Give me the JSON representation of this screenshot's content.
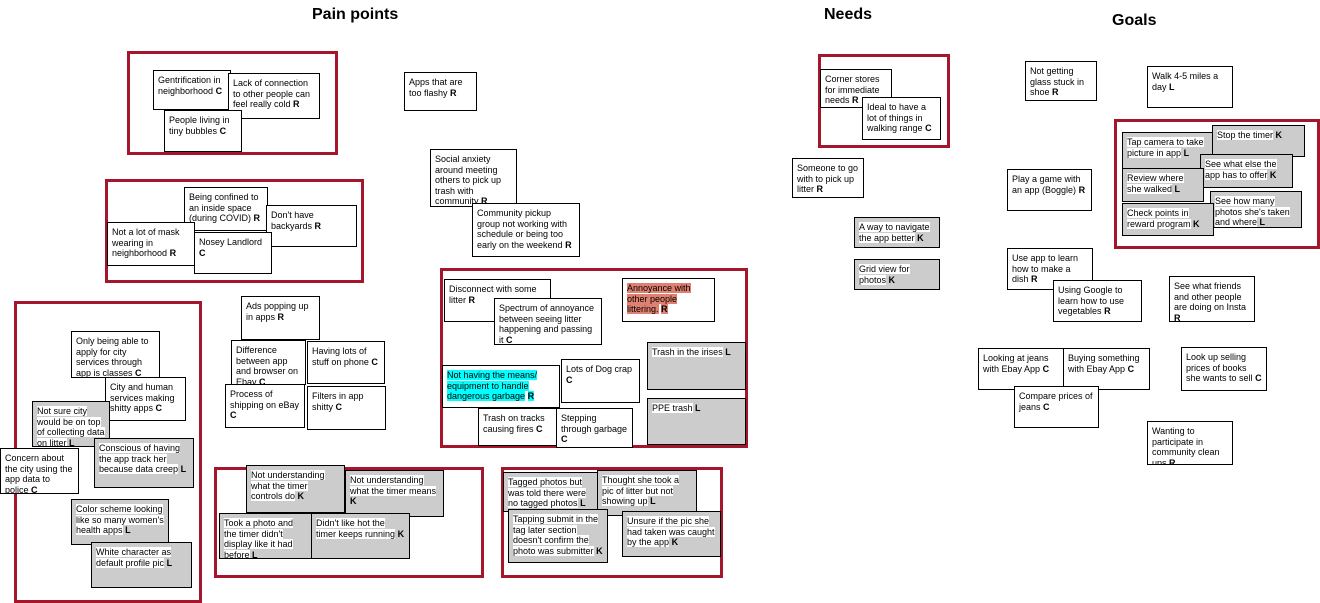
{
  "headings": {
    "pain_points": "Pain points",
    "needs": "Needs",
    "goals": "Goals"
  },
  "notes": [
    {
      "text": "Gentrification in neighborhood",
      "code": "C"
    },
    {
      "text": "Lack of connection to other people can feel really cold",
      "code": "R"
    },
    {
      "text": "People living in tiny bubbles",
      "code": "C"
    },
    {
      "text": "Apps that are too flashy",
      "code": "R"
    },
    {
      "text": "Social anxiety around meeting others to pick up trash with community",
      "code": "R"
    },
    {
      "text": "Community pickup group not working with schedule or being too early on the weekend",
      "code": "R"
    },
    {
      "text": "Being confined to an inside space (during COVID)",
      "code": "R"
    },
    {
      "text": "Don't have backyards",
      "code": "R"
    },
    {
      "text": "Not a lot of mask wearing in neighborhood",
      "code": "R"
    },
    {
      "text": "Nosey Landlord",
      "code": "C"
    },
    {
      "text": "Ads popping up in apps",
      "code": "R"
    },
    {
      "text": "Difference between app and browser on Ebay",
      "code": "C"
    },
    {
      "text": "Having lots of stuff on phone",
      "code": "C"
    },
    {
      "text": "Process of shipping on eBay",
      "code": "C"
    },
    {
      "text": "Filters in app shitty",
      "code": "C"
    },
    {
      "text": "Only being able to apply for city services through app is classes",
      "code": "C"
    },
    {
      "text": "City and human services making shitty apps",
      "code": "C"
    },
    {
      "text": "Not sure city would be on top of collecting data on litter",
      "code": "L"
    },
    {
      "text": "Conscious of having the app track her because data creep",
      "code": "L"
    },
    {
      "text": "Concern about the city using the app data to police",
      "code": "C"
    },
    {
      "text": "Color scheme looking like so many women's health apps",
      "code": "L"
    },
    {
      "text": "White character as default profile pic",
      "code": "L"
    },
    {
      "text": "Disconnect with some litter",
      "code": "R"
    },
    {
      "text": "Spectrum of annoyance between seeing litter happening and passing it",
      "code": "C"
    },
    {
      "text": "Annoyance with other people littering.",
      "code": "R"
    },
    {
      "text": "Trash in the irises",
      "code": "L"
    },
    {
      "text": "Not having the means/ equipment to handle dangerous garbage",
      "code": "R"
    },
    {
      "text": "Lots of Dog crap",
      "code": "C"
    },
    {
      "text": "Trash on tracks causing fires",
      "code": "C"
    },
    {
      "text": "Stepping through garbage",
      "code": "C"
    },
    {
      "text": "PPE trash",
      "code": "L"
    },
    {
      "text": "Not understanding what the timer controls do",
      "code": "K"
    },
    {
      "text": "Not understanding what the timer means",
      "code": "K"
    },
    {
      "text": "Took a photo and the timer didn't display like it had before",
      "code": "L"
    },
    {
      "text": "Didn't like hot the timer keeps running",
      "code": "K"
    },
    {
      "text": "Tagged photos but was told there were no tagged photos",
      "code": "L"
    },
    {
      "text": "Thought she took a pic of litter but not showing up",
      "code": "L"
    },
    {
      "text": "Tapping submit in the tag later section doesn't confirm the photo was submitter",
      "code": "K"
    },
    {
      "text": "Unsure if the pic she had taken was caught by the app",
      "code": "K"
    },
    {
      "text": "Corner stores for immediate needs",
      "code": "R"
    },
    {
      "text": "Ideal to have a lot of things in walking range",
      "code": "C"
    },
    {
      "text": "Someone to go with to pick up litter",
      "code": "R"
    },
    {
      "text": "A way to navigate the app better",
      "code": "K"
    },
    {
      "text": "Grid view for photos",
      "code": "K"
    },
    {
      "text": "Not getting glass stuck in shoe",
      "code": "R"
    },
    {
      "text": "Walk 4-5 miles a day",
      "code": "L"
    },
    {
      "text": "Tap camera to take picture in app",
      "code": "L"
    },
    {
      "text": "Stop the timer",
      "code": "K"
    },
    {
      "text": "See what else the app has to offer",
      "code": "K"
    },
    {
      "text": "Review where she walked",
      "code": "L"
    },
    {
      "text": "See how many photos she's taken and where",
      "code": "L"
    },
    {
      "text": "Check points in reward program",
      "code": "K"
    },
    {
      "text": "Play a game with an app (Boggle)",
      "code": "R"
    },
    {
      "text": "Use app to learn how to make a dish",
      "code": "R"
    },
    {
      "text": "Using Google to learn how to use vegetables",
      "code": "R"
    },
    {
      "text": "See what friends and other people are doing on Insta",
      "code": "R"
    },
    {
      "text": "Looking at jeans with Ebay App",
      "code": "C"
    },
    {
      "text": "Buying something with Ebay App",
      "code": "C"
    },
    {
      "text": "Look up selling prices of books she wants to sell",
      "code": "C"
    },
    {
      "text": "Compare prices of jeans",
      "code": "C"
    },
    {
      "text": "Wanting to participate in community clean ups",
      "code": "R"
    }
  ],
  "colors": {
    "group_border": "#a5162d",
    "gray_note": "#cccccc",
    "highlight_cyan": "#00ffff",
    "highlight_salmon": "#e08070"
  }
}
